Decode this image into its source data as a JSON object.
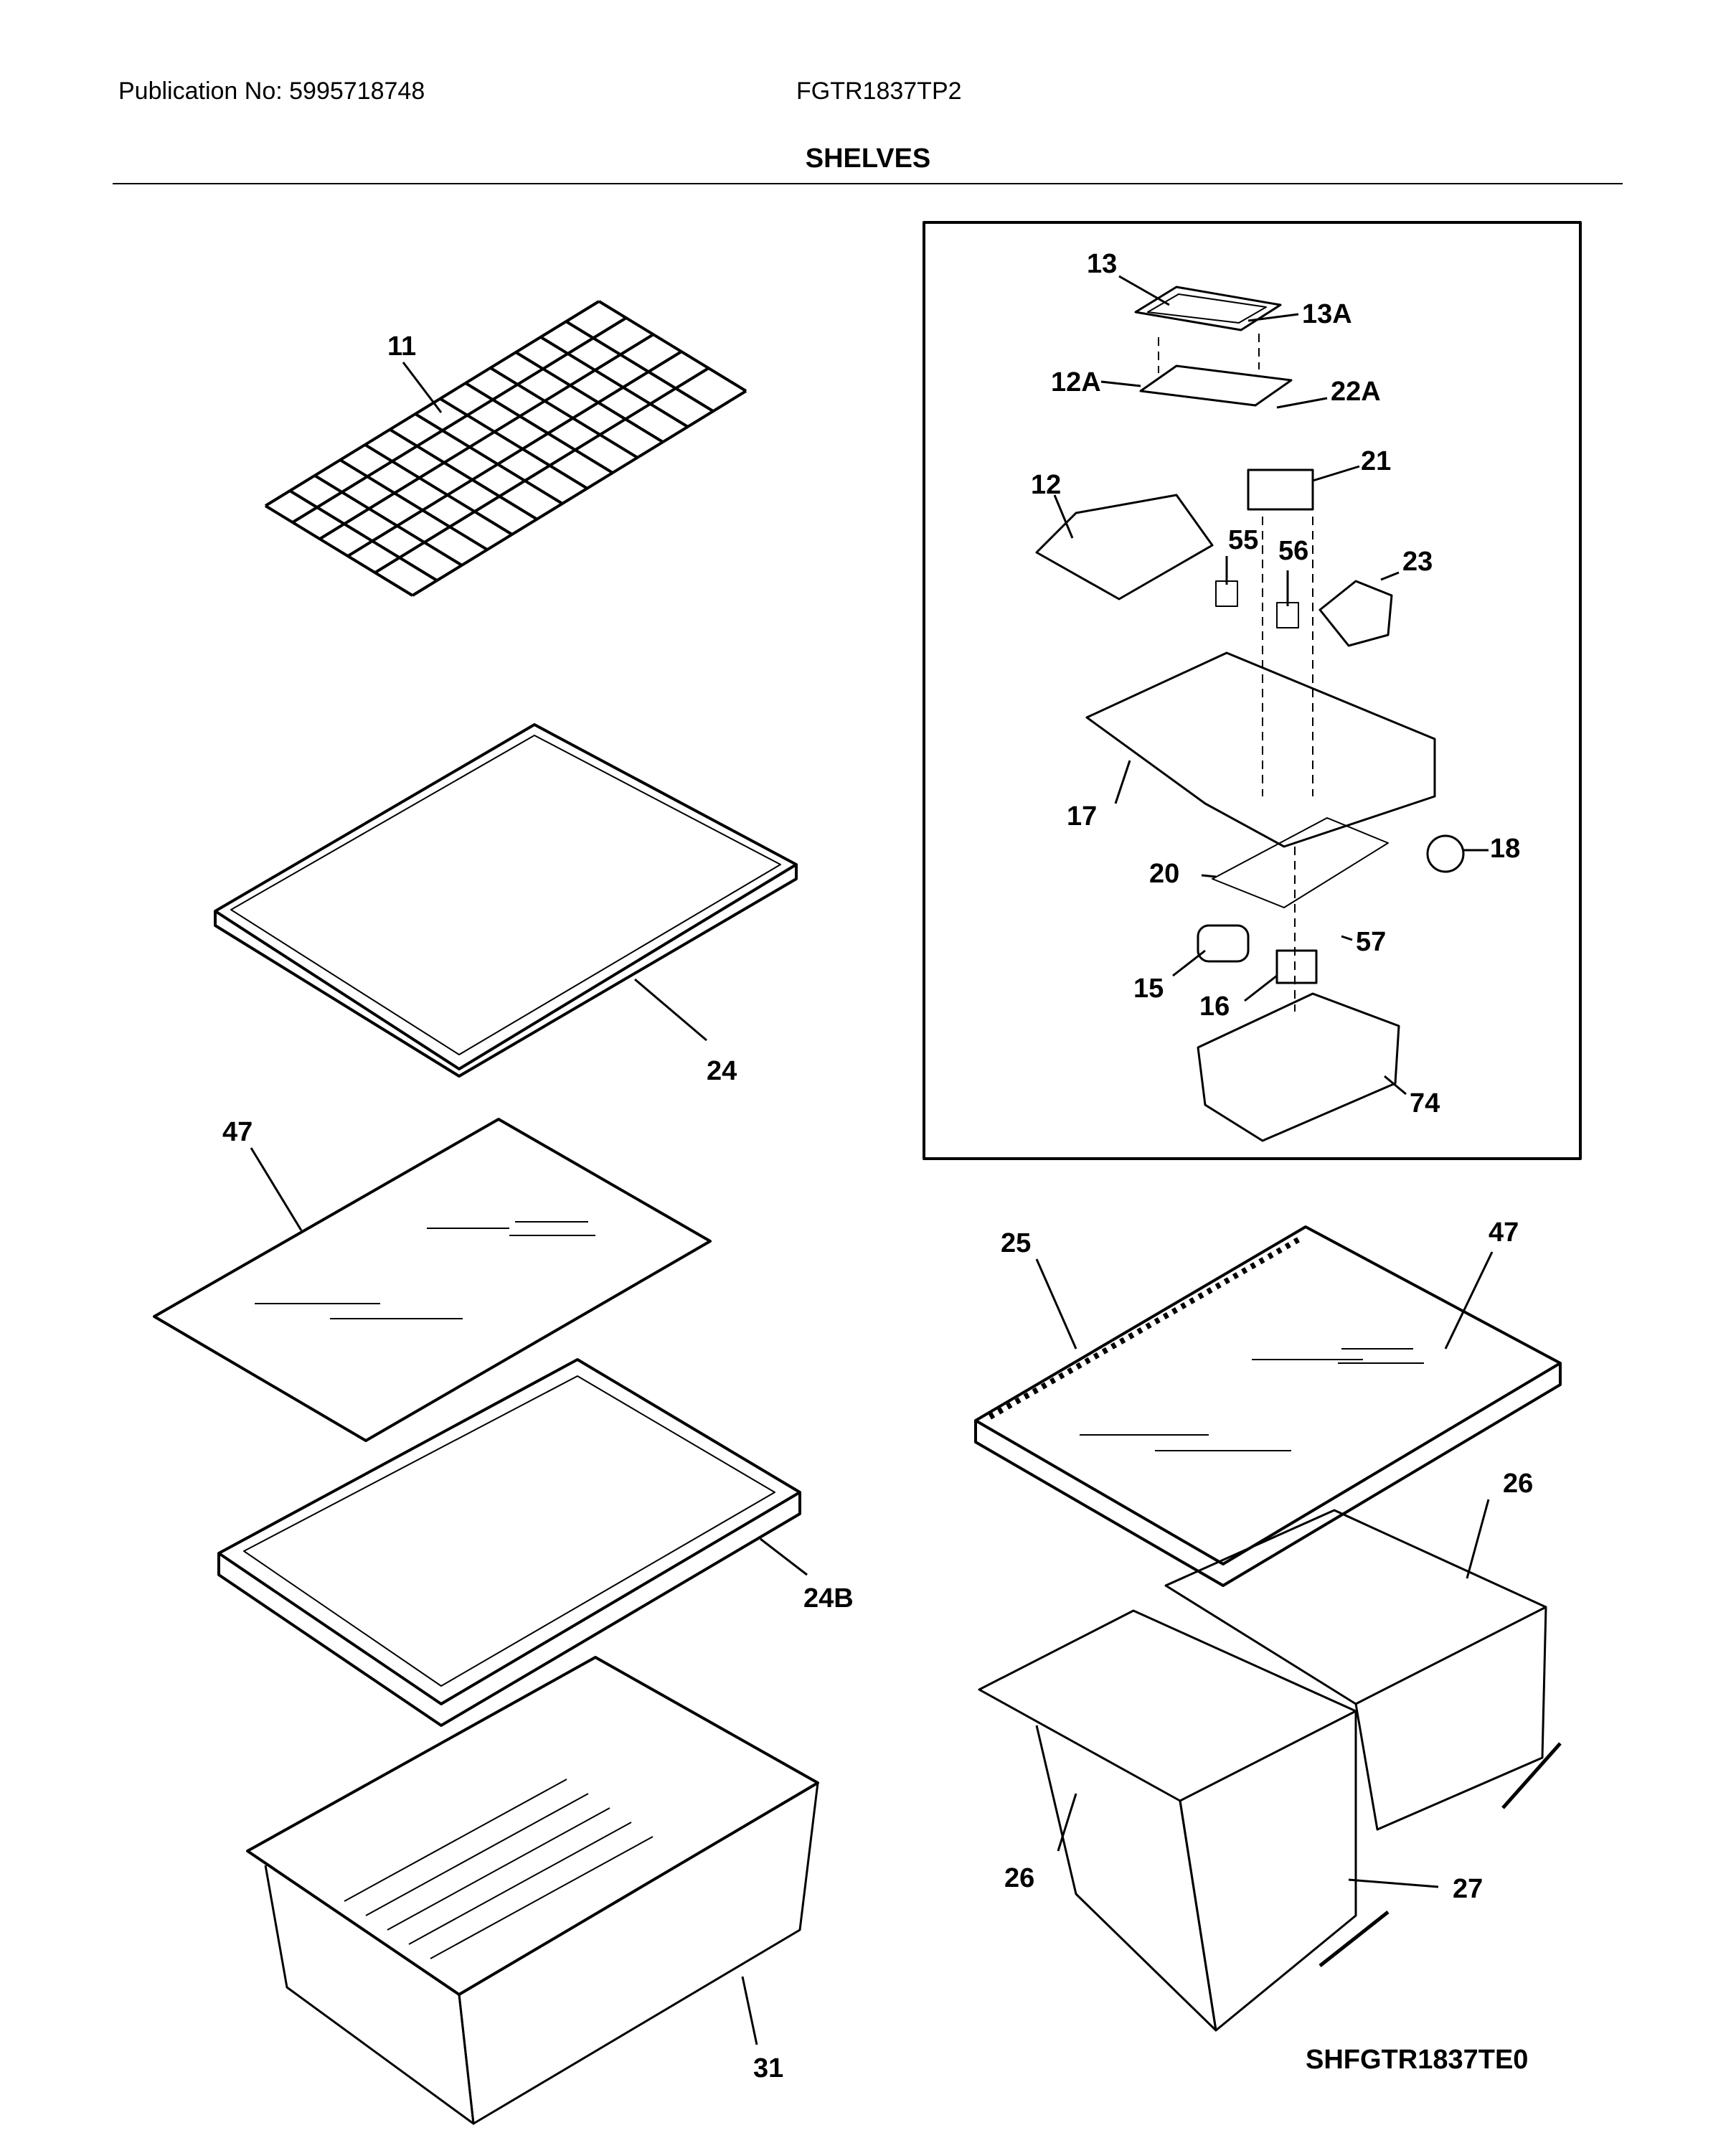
{
  "header": {
    "publication": "Publication No: 5995718748",
    "model": "FGTR1837TP2",
    "title": "SHELVES"
  },
  "diagram_code": "SHFGTR1837TE0",
  "part_labels": {
    "p11": "11",
    "p24": "24",
    "p47a": "47",
    "p24b": "24B",
    "p31": "31",
    "p13": "13",
    "p13a": "13A",
    "p12a": "12A",
    "p22a": "22A",
    "p21": "21",
    "p12": "12",
    "p55": "55",
    "p56": "56",
    "p23": "23",
    "p17": "17",
    "p20": "20",
    "p18": "18",
    "p57": "57",
    "p15": "15",
    "p16": "16",
    "p74": "74",
    "p25": "25",
    "p47b": "47",
    "p26a": "26",
    "p26b": "26",
    "p27": "27"
  }
}
